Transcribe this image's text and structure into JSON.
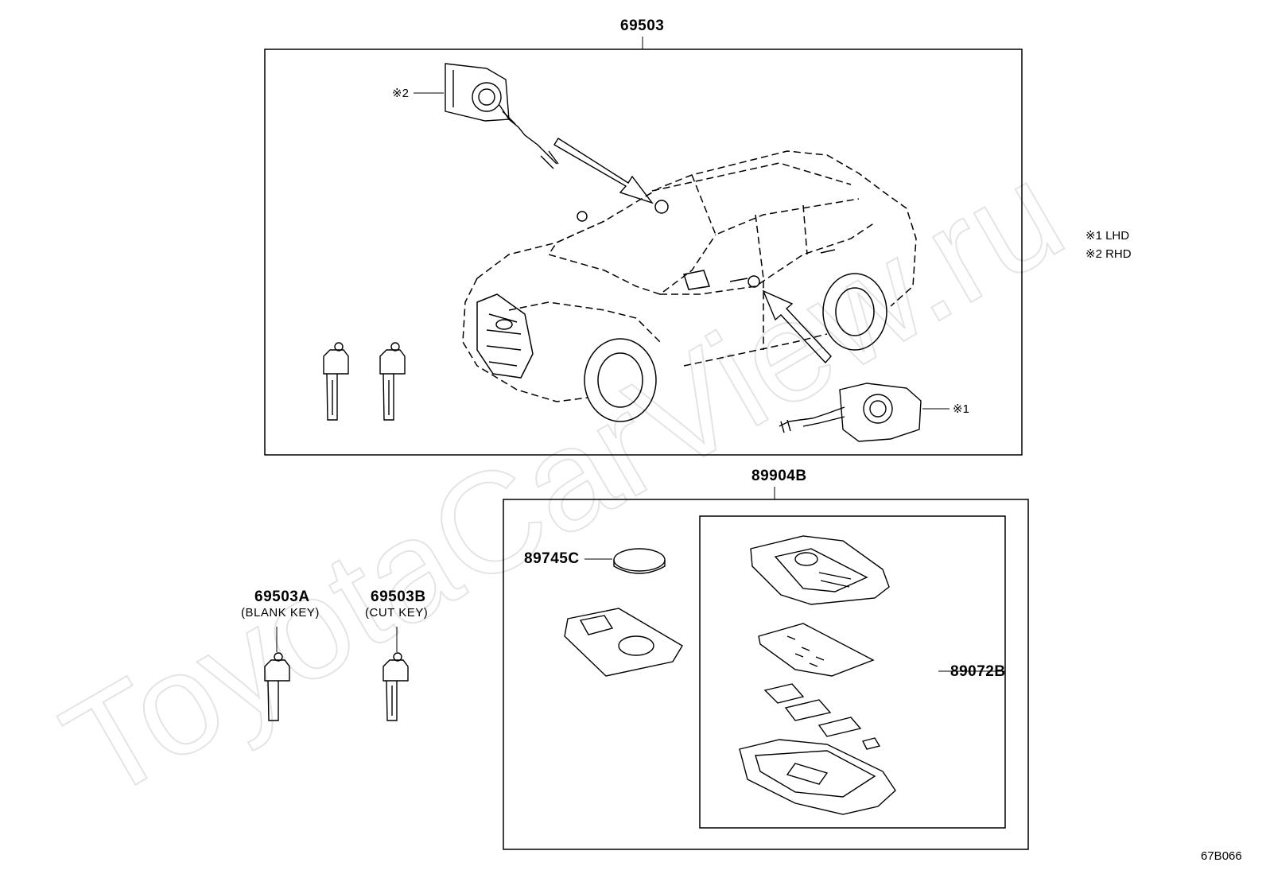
{
  "assemblies": {
    "main_kit": "69503",
    "remote_kit": "89904B",
    "transmitter_housing": "89072B"
  },
  "parts": {
    "blank_key_no": "69503A",
    "blank_key_desc": "(BLANK KEY)",
    "cut_key_no": "69503B",
    "cut_key_desc": "(CUT KEY)",
    "battery_no": "89745C"
  },
  "callouts": {
    "lhd_mark": "※1",
    "rhd_mark": "※2"
  },
  "legend": {
    "lhd": "※1 LHD",
    "rhd": "※2 RHD"
  },
  "diagram_code": "67B066",
  "watermark": "ToyotaCarView.ru"
}
